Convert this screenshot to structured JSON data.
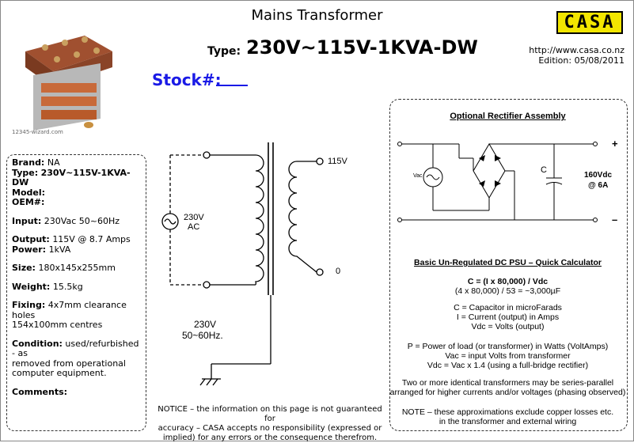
{
  "header": {
    "title": "Mains Transformer",
    "type_label": "Type:",
    "type_value": "230V~115V-1KVA-DW",
    "stock_label": "Stock#:",
    "logo_text": "CASA",
    "website": "http://www.casa.co.nz",
    "edition": "Edition: 05/08/2011",
    "photo_watermark": "12345-wizard.com"
  },
  "specs": {
    "brand_label": "Brand:",
    "brand_value": "NA",
    "type_label": "Type:",
    "type_value": "230V~115V-1KVA-DW",
    "model_label": "Model:",
    "oem_label": "OEM#:",
    "input_label": "Input:",
    "input_value": "230Vac 50~60Hz",
    "output_label": "Output:",
    "output_value": "115V @ 8.7 Amps",
    "power_label": "Power:",
    "power_value": "1kVA",
    "size_label": "Size:",
    "size_value": "180x145x255mm",
    "weight_label": "Weight:",
    "weight_value": "15.5kg",
    "fixing_label": "Fixing:",
    "fixing_value": "4x7mm clearance holes",
    "fixing_value2": "154x100mm centres",
    "condition_label": "Condition:",
    "condition_value": "used/refurbished - as",
    "condition_value2": "removed from operational",
    "condition_value3": "computer equipment.",
    "comments_label": "Comments:"
  },
  "schematic": {
    "primary_source": "230V",
    "primary_source2": "AC",
    "secondary_top": "115V",
    "secondary_bottom": "0",
    "primary_rating": "230V",
    "primary_rating2": "50~60Hz."
  },
  "rectifier": {
    "title": "Optional Rectifier Assembly",
    "vac_label": "Vac",
    "cap_label": "C",
    "output_label": "160Vdc",
    "output_label2": "@ 6A",
    "plus": "+",
    "minus": "–"
  },
  "calculator": {
    "title": "Basic Un-Regulated DC PSU – Quick Calculator",
    "formula": "C = (I x 80,000) / Vdc",
    "example": "(4 x 80,000) / 53 = ~3,000µF",
    "def_c": "C = Capacitor in microFarads",
    "def_i": "I = Current (output) in Amps",
    "def_vdc": "Vdc = Volts (output)",
    "def_p": "P = Power of load (or transformer) in Watts (VoltAmps)",
    "def_vac": "Vac = input Volts from transformer",
    "def_vdc2": "Vdc = Vac x 1.4 (using a full-bridge rectifier)",
    "parallel1": "Two or more identical transformers may be series-parallel",
    "parallel2": "arranged for higher currents and/or voltages (phasing observed)",
    "note1": "NOTE – these approximations exclude copper losses etc.",
    "note2": "in the transformer and external wiring"
  },
  "notice": {
    "line1": "NOTICE – the information on this page is not guaranteed for",
    "line2": "accuracy – CASA accepts no responsibility (expressed or",
    "line3": "implied) for any errors or the consequence therefrom."
  }
}
